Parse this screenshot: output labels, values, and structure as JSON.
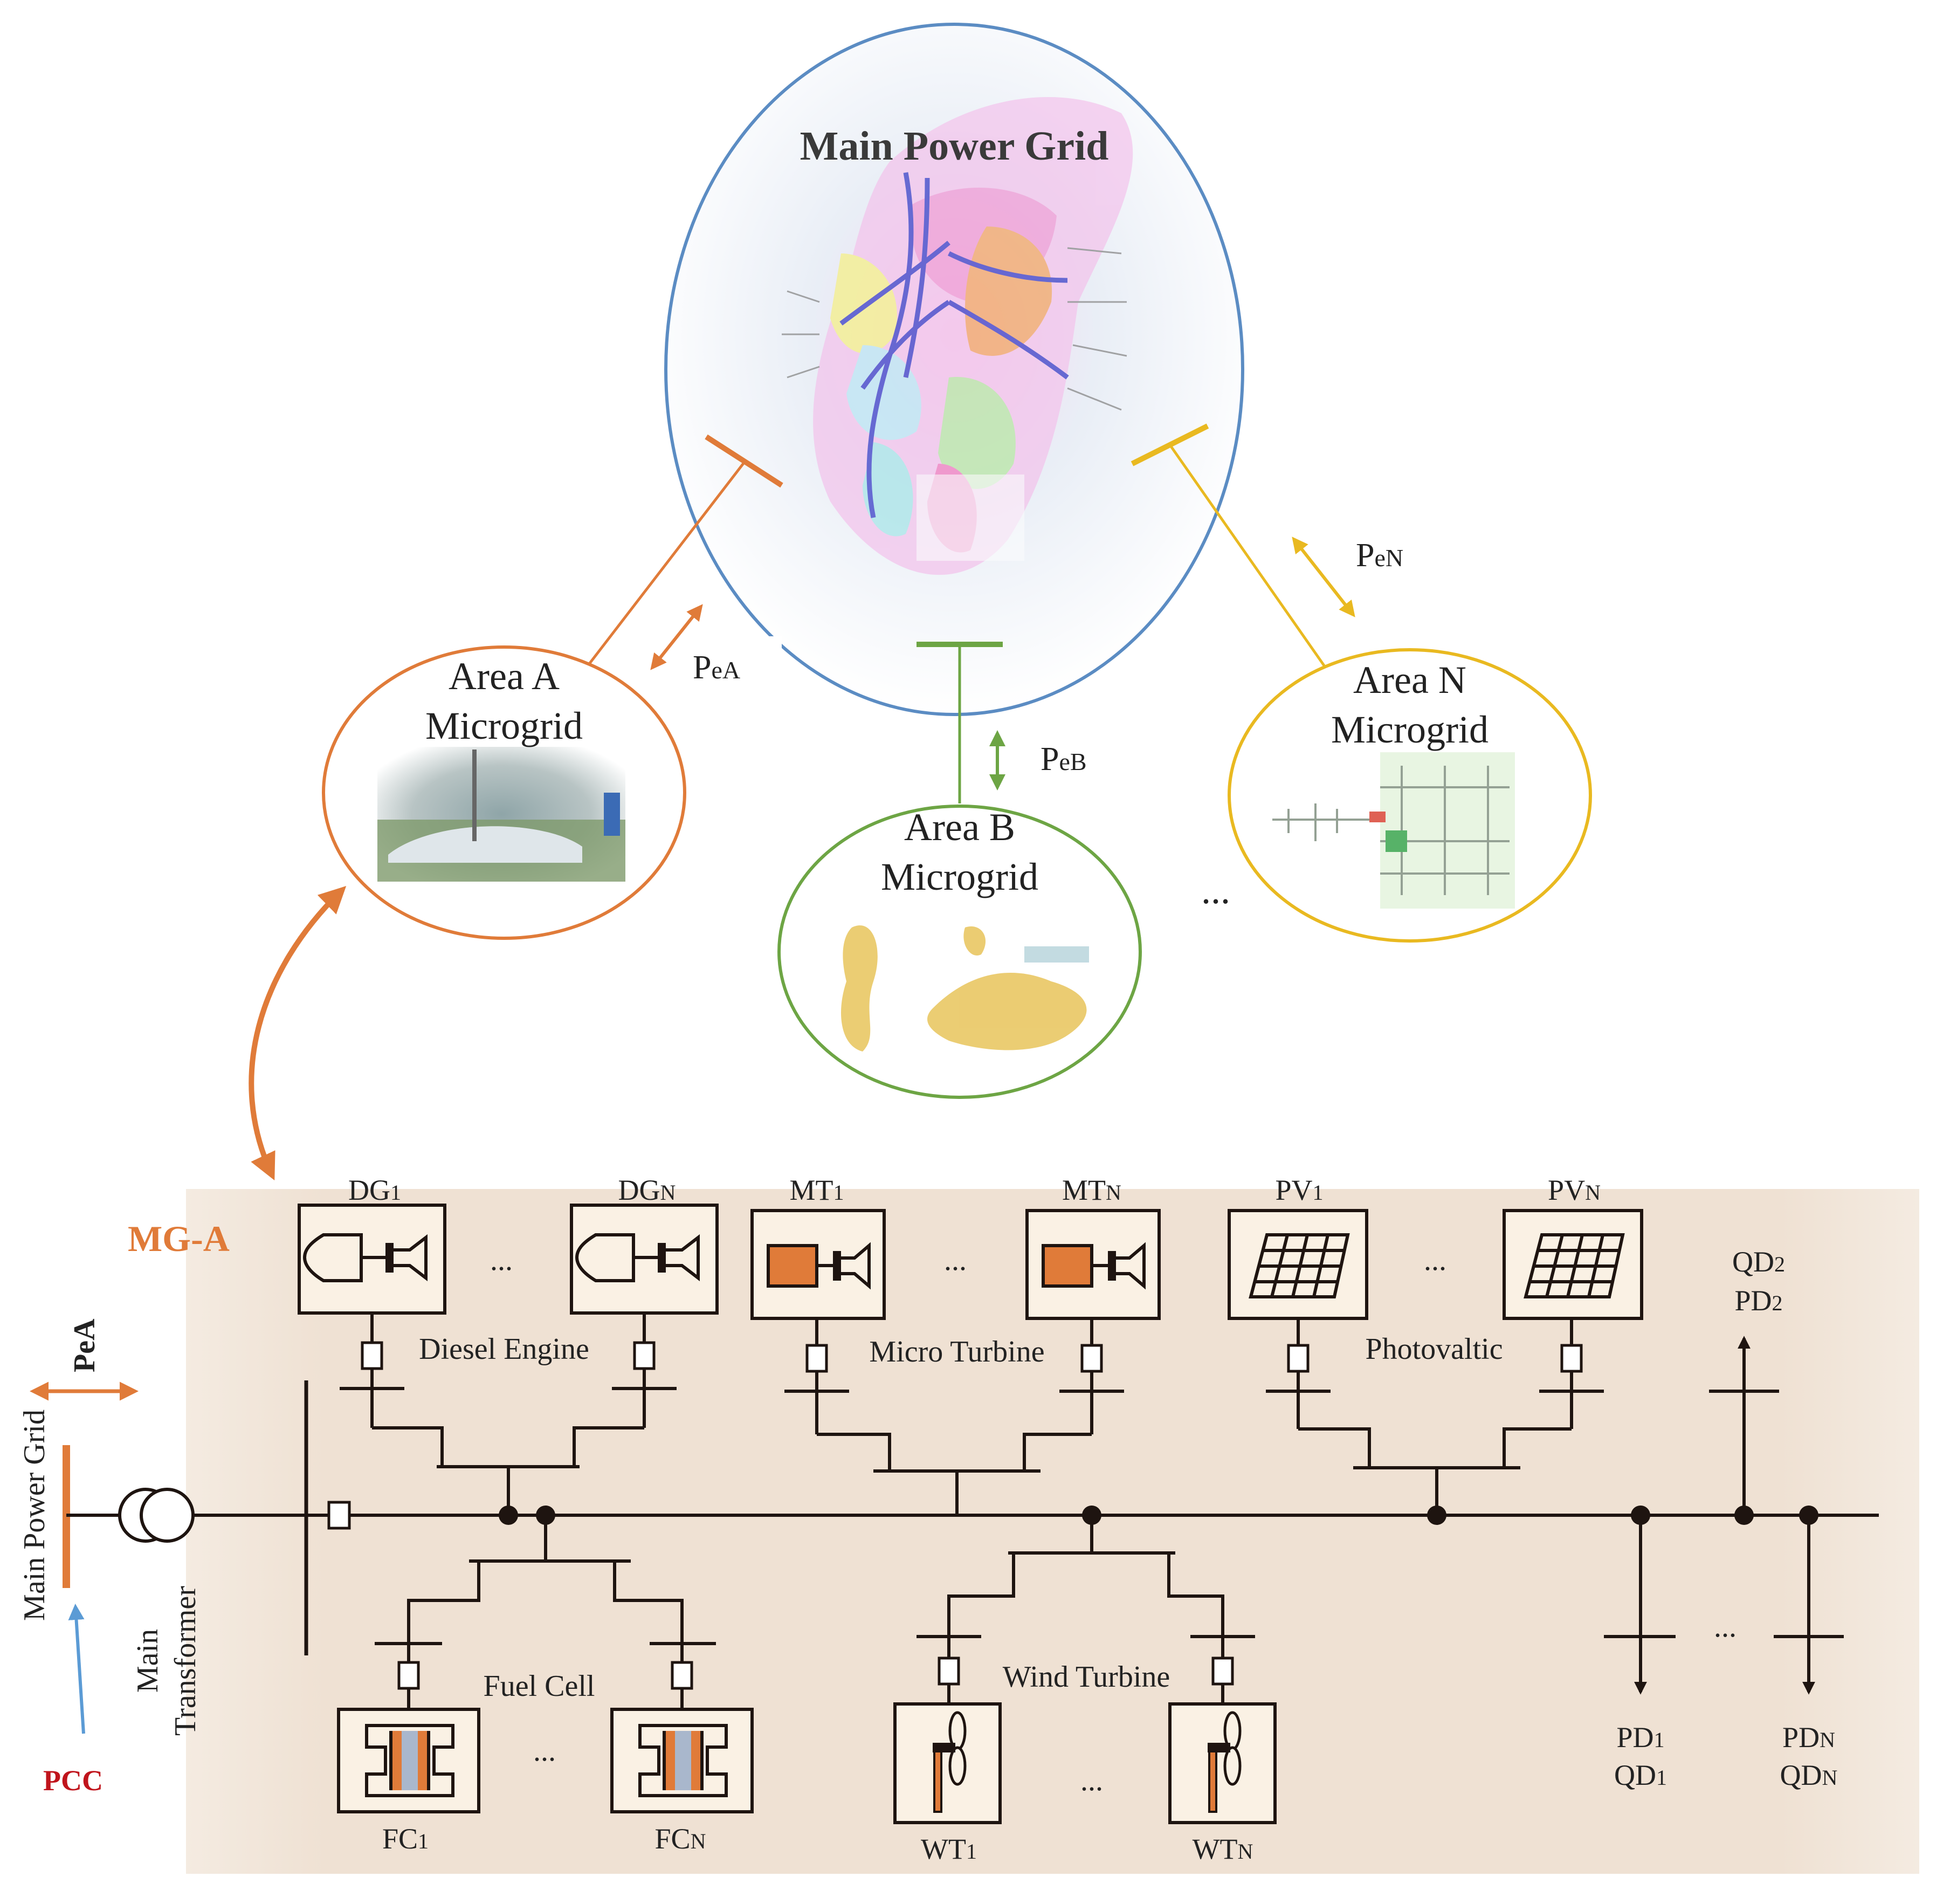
{
  "main_grid": {
    "title": "Main Power Grid"
  },
  "areas": [
    {
      "id": "a",
      "line1": "Area A",
      "line2": "Microgrid",
      "flow_main": "P",
      "flow_sub": "eA",
      "color": "#E07B39"
    },
    {
      "id": "b",
      "line1": "Area B",
      "line2": "Microgrid",
      "flow_main": "P",
      "flow_sub": "eB",
      "color": "#6DA544"
    },
    {
      "id": "n",
      "line1": "Area N",
      "line2": "Microgrid",
      "flow_main": "P",
      "flow_sub": "eN",
      "color": "#E9B920"
    }
  ],
  "area_ellipsis": "...",
  "mga": {
    "title": "MG-A",
    "side_flow_main": "P",
    "side_flow_sub": "eA",
    "main_grid_label": "Main Power Grid",
    "pcc_label": "PCC",
    "transformer_line1": "Main",
    "transformer_line2": "Transformer",
    "groups": {
      "dg": {
        "label": "Diesel Engine",
        "first": {
          "main": "DG",
          "sub": "1"
        },
        "last": {
          "main": "DG",
          "sub": "N"
        },
        "ellipsis": "..."
      },
      "mt": {
        "label": "Micro Turbine",
        "first": {
          "main": "MT",
          "sub": "1"
        },
        "last": {
          "main": "MT",
          "sub": "N"
        },
        "ellipsis": "..."
      },
      "pv": {
        "label": "Photovaltic",
        "first": {
          "main": "PV",
          "sub": "1"
        },
        "last": {
          "main": "PV",
          "sub": "N"
        },
        "ellipsis": "..."
      },
      "fc": {
        "label": "Fuel Cell",
        "first": {
          "main": "FC",
          "sub": "1"
        },
        "last": {
          "main": "FC",
          "sub": "N"
        },
        "ellipsis": "..."
      },
      "wt": {
        "label": "Wind Turbine",
        "first": {
          "main": "WT",
          "sub": "1"
        },
        "last": {
          "main": "WT",
          "sub": "N"
        },
        "ellipsis": "..."
      }
    },
    "loads": {
      "ld1": {
        "p_main": "PD",
        "p_sub": "1",
        "q_main": "QD",
        "q_sub": "1"
      },
      "ld2": {
        "p_main": "PD",
        "p_sub": "2",
        "q_main": "QD",
        "q_sub": "2"
      },
      "ldn": {
        "p_main": "PD",
        "p_sub": "N",
        "q_main": "QD",
        "q_sub": "N"
      },
      "ellipsis": "..."
    }
  },
  "colors": {
    "main_grid": "#5B8CC3",
    "area_a": "#E07B39",
    "area_b": "#6DA544",
    "area_n": "#E9B920",
    "pcc_arrow": "#5B9BD5",
    "pcc_text": "#C0141C",
    "mg_background": "#EFE1D3",
    "component_fill": "#FAF1E4",
    "turbine_fill": "#E07B39",
    "fuel_cell_blue": "#A9B7CC"
  }
}
